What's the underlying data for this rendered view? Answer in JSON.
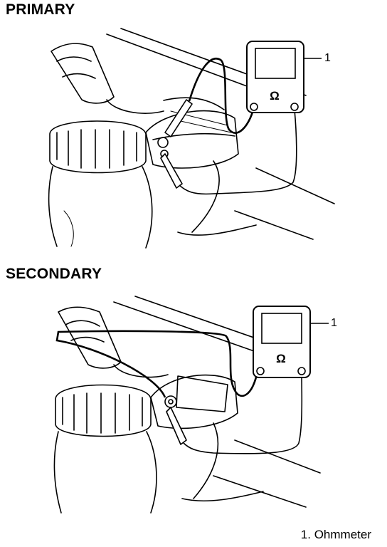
{
  "primary": {
    "title": "PRIMARY",
    "meter_symbol": "Ω",
    "callout_number": "1"
  },
  "secondary": {
    "title": "SECONDARY",
    "meter_symbol": "Ω",
    "callout_number": "1"
  },
  "legend": {
    "item_1": "1. Ohmmeter"
  }
}
